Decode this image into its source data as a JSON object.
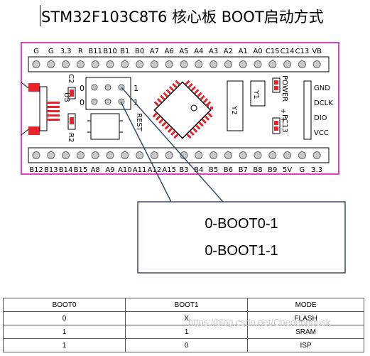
{
  "title": "STM32F103C8T6 核心板 BOOT启动方式",
  "top_pins": [
    "G",
    "G",
    "3.3",
    "R",
    "B11",
    "B10",
    "B1",
    "B0",
    "A7",
    "A6",
    "A5",
    "A4",
    "A3",
    "A2",
    "A1",
    "A0",
    "C15",
    "C14",
    "C13",
    "VB"
  ],
  "bottom_pins": [
    "B12",
    "B13",
    "B14",
    "B15",
    "A8",
    "A9",
    "A10",
    "A11",
    "A12",
    "A15",
    "B3",
    "B4",
    "B5",
    "B6",
    "B7",
    "B8",
    "B9",
    "5V",
    "G",
    "3.3"
  ],
  "right_pins": [
    "GND",
    "DCLK",
    "DIO",
    "VCC"
  ],
  "components": {
    "u3": "U3",
    "c2": "C2",
    "r2": "R2",
    "y1": "Y1",
    "y2": "Y2",
    "power": "POWER",
    "pc13": "PC13",
    "rest": "REST",
    "jumper_left_top": "0",
    "jumper_left_bottom": "0",
    "jumper_right_top": "1",
    "jumper_right_bottom": "1"
  },
  "callout": {
    "line1": "0-BOOT0-1",
    "line2": "0-BOOT1-1"
  },
  "table": {
    "headers": [
      "BOOT0",
      "BOOT1",
      "MODE"
    ],
    "rows": [
      [
        "0",
        "X",
        "FLASH"
      ],
      [
        "1",
        "1",
        "SRAM"
      ],
      [
        "1",
        "0",
        "ISP"
      ]
    ]
  },
  "watermark": "https://blog.csdn.net/Chenenddusk",
  "colors": {
    "board_outline": "#e040c8",
    "pad_red": "#e8232a",
    "callout_border": "#3a4a6b"
  }
}
